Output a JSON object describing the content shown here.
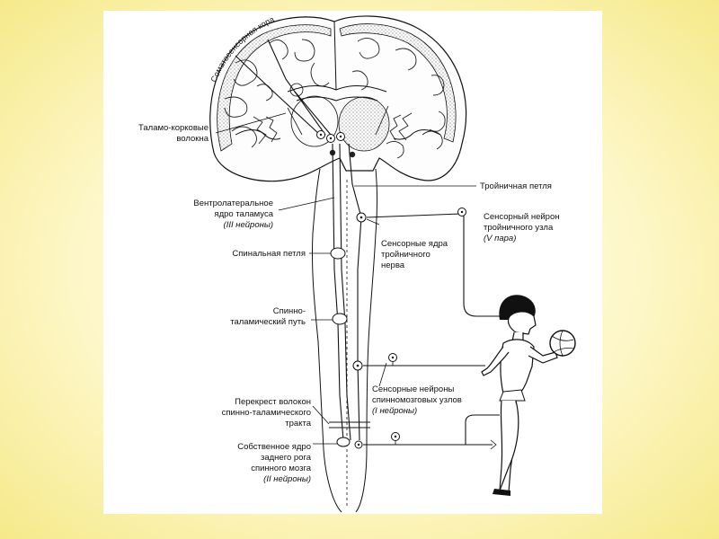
{
  "labels": {
    "cortex": "Соматосенсорная кора",
    "thalamocortical_1": "Таламо-корковые",
    "thalamocortical_2": "волокна",
    "vl_nucleus_1": "Вентролатеральное",
    "vl_nucleus_2": "ядро таламуса",
    "vl_nucleus_3": "(III нейроны)",
    "spinal_lemniscus": "Спинальная петля",
    "spinothalamic_1": "Спинно-",
    "spinothalamic_2": "таламический путь",
    "decussation_1": "Перекрест волокон",
    "decussation_2": "спинно-таламического",
    "decussation_3": "тракта",
    "dorsal_horn_1": "Собственное ядро",
    "dorsal_horn_2": "заднего рога",
    "dorsal_horn_3": "спинного мозга",
    "dorsal_horn_4": "(II нейроны)",
    "trigeminal_lemniscus": "Тройничная петля",
    "trigeminal_neuron_1": "Сенсорный нейрон",
    "trigeminal_neuron_2": "тройничного узла",
    "trigeminal_neuron_3": "(V пара)",
    "trigeminal_nuclei_1": "Сенсорные ядра",
    "trigeminal_nuclei_2": "тройничного",
    "trigeminal_nuclei_3": "нерва",
    "spinal_ganglia_1": "Сенсорные нейроны",
    "spinal_ganglia_2": "спинномозговых узлов",
    "spinal_ganglia_3": "(I нейроны)"
  }
}
